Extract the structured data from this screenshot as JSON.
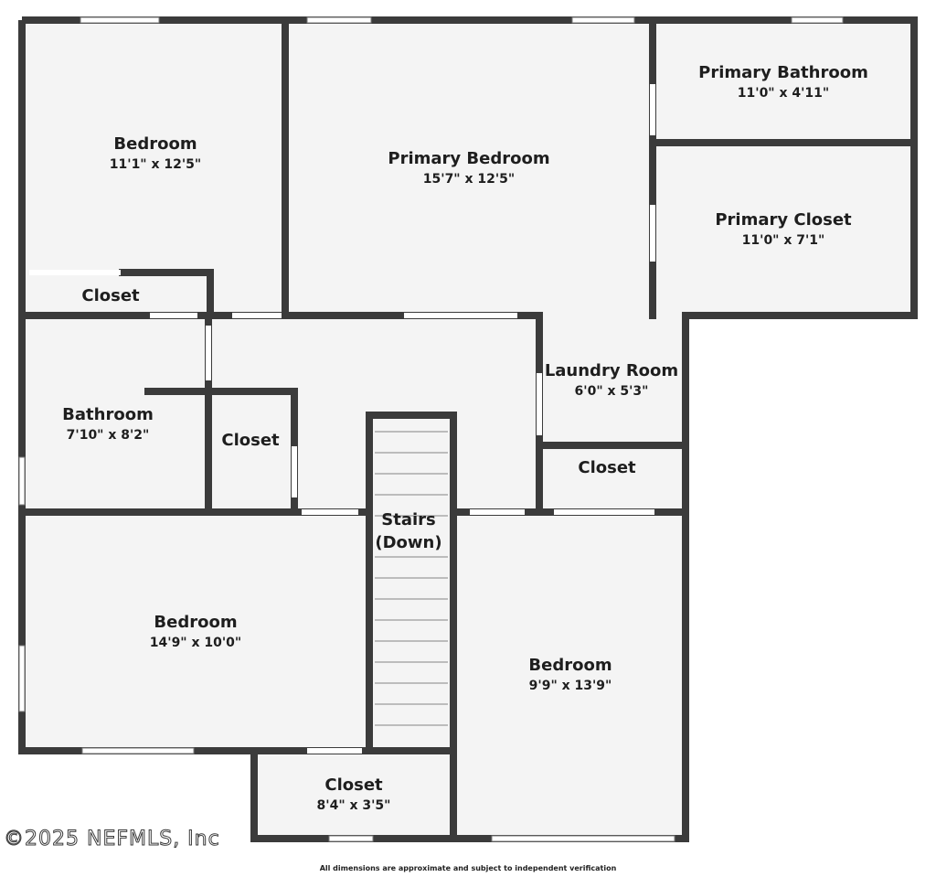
{
  "colors": {
    "wall": "#3b3b3b",
    "floor": "#f4f4f4",
    "opening": "#ffffff",
    "background": "#ffffff"
  },
  "rooms": [
    {
      "id": "bedroom-nw",
      "name": "Bedroom",
      "dims": "11'1\" x 12'5\""
    },
    {
      "id": "primary-bedroom",
      "name": "Primary Bedroom",
      "dims": "15'7\" x 12'5\""
    },
    {
      "id": "primary-bathroom",
      "name": "Primary Bathroom",
      "dims": "11'0\" x 4'11\""
    },
    {
      "id": "primary-closet",
      "name": "Primary Closet",
      "dims": "11'0\" x 7'1\""
    },
    {
      "id": "closet-nw",
      "name": "Closet",
      "dims": ""
    },
    {
      "id": "bathroom",
      "name": "Bathroom",
      "dims": "7'10\" x 8'2\""
    },
    {
      "id": "closet-hall",
      "name": "Closet",
      "dims": ""
    },
    {
      "id": "laundry-room",
      "name": "Laundry Room",
      "dims": "6'0\" x 5'3\""
    },
    {
      "id": "closet-laundry",
      "name": "Closet",
      "dims": ""
    },
    {
      "id": "stairs",
      "name": "Stairs",
      "name2": "(Down)",
      "dims": ""
    },
    {
      "id": "bedroom-sw",
      "name": "Bedroom",
      "dims": "14'9\" x 10'0\""
    },
    {
      "id": "bedroom-se",
      "name": "Bedroom",
      "dims": "9'9\" x 13'9\""
    },
    {
      "id": "closet-south",
      "name": "Closet",
      "dims": "8'4\" x 3'5\""
    }
  ],
  "watermark": "©2025 NEFMLS, Inc",
  "disclaimer": "All dimensions are approximate and subject to independent verification"
}
